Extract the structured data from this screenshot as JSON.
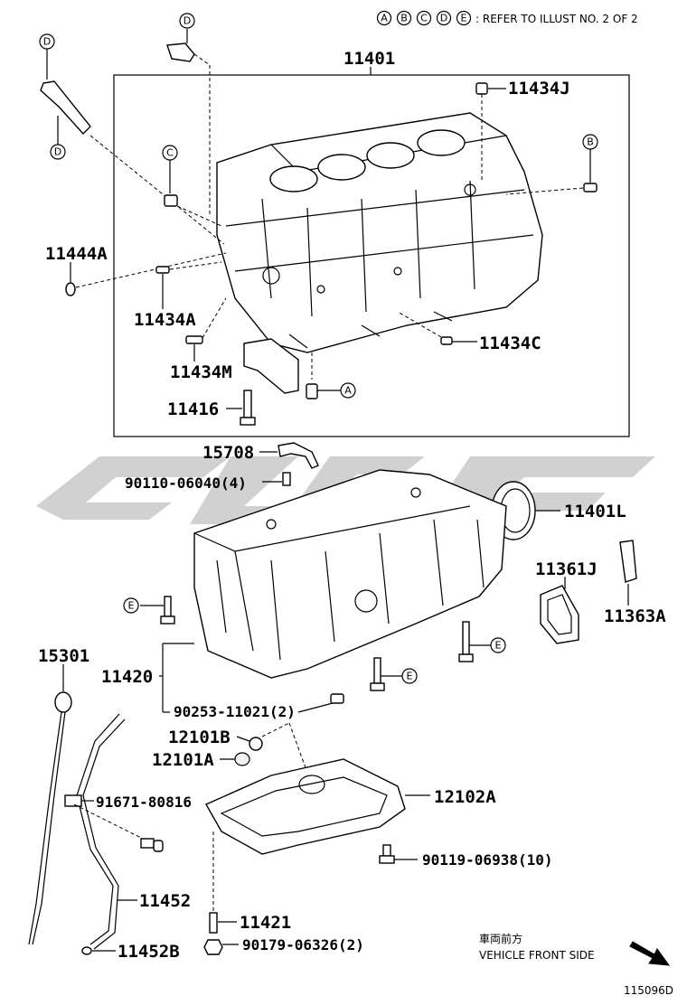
{
  "header": {
    "refer_letters": [
      "A",
      "B",
      "C",
      "D",
      "E"
    ],
    "refer_text": ": REFER TO ILLUST NO. 2 OF 2"
  },
  "parts": {
    "p11401": "11401",
    "p11434J": "11434J",
    "p11444A": "11444A",
    "p11434A": "11434A",
    "p11434M": "11434M",
    "p11434C": "11434C",
    "p11416": "11416",
    "p15708": "15708",
    "p90110": "90110-06040(4)",
    "p11401L": "11401L",
    "p11361J": "11361J",
    "p11363A": "11363A",
    "p15301": "15301",
    "p11420": "11420",
    "p90253": "90253-11021(2)",
    "p12101B": "12101B",
    "p12101A": "12101A",
    "p12102A": "12102A",
    "p91671": "91671-80816",
    "p90119": "90119-06938(10)",
    "p11452": "11452",
    "p11421": "11421",
    "p11452B": "11452B",
    "p90179": "90179-06326(2)"
  },
  "callouts": {
    "d1": "D",
    "d2": "D",
    "d3": "D",
    "c1": "C",
    "b1": "B",
    "a1": "A",
    "e1": "E",
    "e2": "E",
    "e3": "E"
  },
  "footer": {
    "front_jp": "車両前方",
    "front_en": "VEHICLE FRONT SIDE",
    "illust_no": "115096D"
  }
}
